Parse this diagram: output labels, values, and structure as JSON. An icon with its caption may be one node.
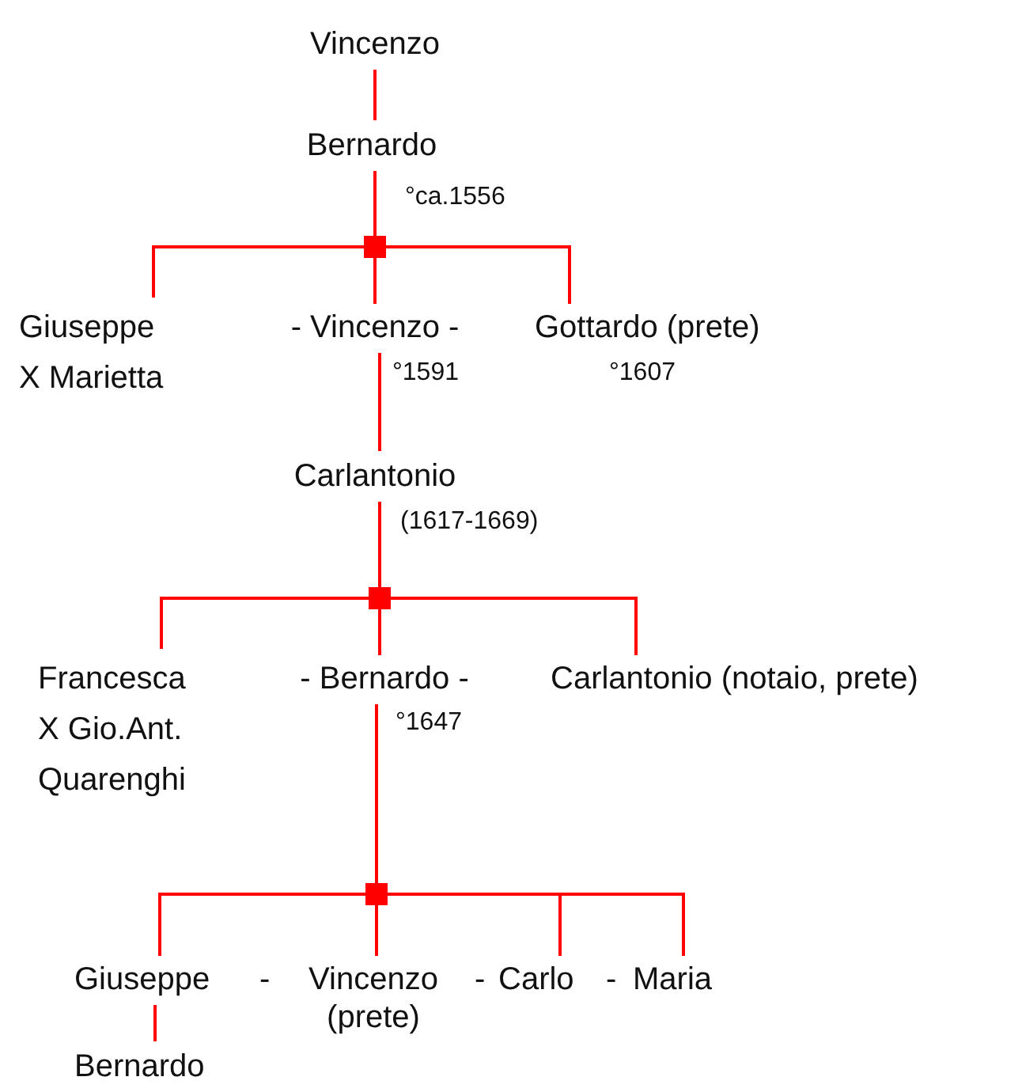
{
  "diagram": {
    "nodes": [
      {
        "text": [
          "Vincenzo"
        ]
      },
      {
        "text": [
          "Bernardo"
        ],
        "beside": [
          "°ca.1556"
        ]
      },
      {
        "text": [],
        "shape": "box"
      },
      {
        "text": [
          "Giuseppe X Marietta"
        ]
      },
      {
        "text": [
          "- Vincenzo -"
        ],
        "beside": [
          "°1591"
        ]
      },
      {
        "text": [
          "Gottardo (prete)"
        ],
        "beside": [
          "°1607"
        ]
      },
      {
        "text": [
          "Carlantonio"
        ],
        "beside": [
          "(1617-1669)"
        ]
      },
      {
        "text": [],
        "shape": "box"
      },
      {
        "text": [
          "Francesca X Gio.Ant. Quarenghi"
        ]
      },
      {
        "text": [
          "- Bernardo -"
        ],
        "beside": [
          "°1647"
        ]
      },
      {
        "text": [
          "Carlantonio (notaio, prete)"
        ]
      },
      {
        "text": [],
        "shape": "box"
      },
      {
        "text": [
          "Giuseppe"
        ]
      },
      {
        "text": [
          "Vincenzo",
          "(prete)"
        ]
      },
      {
        "text": [
          "Carlo"
        ]
      },
      {
        "text": [
          "Maria"
        ]
      },
      {
        "text": [
          "Bernardo"
        ]
      }
    ],
    "edges": [
      {
        "from": 0,
        "to": 1,
        "arrow": "none"
      },
      {
        "from": 1,
        "to": 2,
        "arrow": "none"
      },
      {
        "from": 2,
        "to": 3,
        "arrow": "none"
      },
      {
        "from": 2,
        "to": 4,
        "arrow": "none"
      },
      {
        "from": 2,
        "to": 5,
        "arrow": "none"
      },
      {
        "from": 4,
        "to": 6,
        "arrow": "none"
      },
      {
        "from": 6,
        "to": 7,
        "arrow": "none"
      },
      {
        "from": 7,
        "to": 8,
        "arrow": "none"
      },
      {
        "from": 7,
        "to": 9,
        "arrow": "none"
      },
      {
        "from": 7,
        "to": 10,
        "arrow": "none"
      },
      {
        "from": 9,
        "to": 11,
        "arrow": "none"
      },
      {
        "from": 11,
        "to": 12,
        "arrow": "none"
      },
      {
        "from": 11,
        "to": 13,
        "arrow": "none"
      },
      {
        "from": 11,
        "to": 14,
        "arrow": "none"
      },
      {
        "from": 11,
        "to": 15,
        "arrow": "none"
      },
      {
        "from": 12,
        "to": 16,
        "arrow": "none"
      }
    ],
    "labels": [
      "-",
      "-",
      "-"
    ]
  }
}
